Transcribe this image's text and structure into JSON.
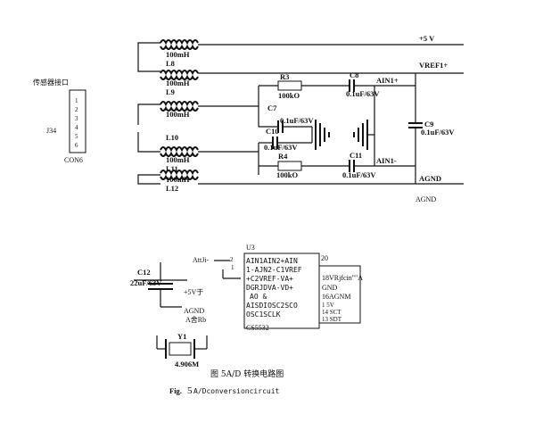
{
  "sensor_interface": {
    "title": "传感器接口",
    "ref": "J34",
    "connector": "CON6",
    "pins": [
      "1",
      "2",
      "3",
      "4",
      "5",
      "6"
    ]
  },
  "inductors": [
    {
      "value": "100mH",
      "ref": "L8"
    },
    {
      "value": "100mH",
      "ref": "L9"
    },
    {
      "value": "100mH",
      "ref": "L10"
    },
    {
      "value": "100mH",
      "ref": "L11"
    },
    {
      "value": "100mH",
      "ref": "L12"
    }
  ],
  "rails": {
    "vcc": "+5 V",
    "vref": "VREF1+",
    "agnd": "AGND"
  },
  "resistors": [
    {
      "ref": "R3",
      "value": "100kO"
    },
    {
      "ref": "R4",
      "value": "100kO"
    }
  ],
  "capacitors": {
    "c7": {
      "ref": "C7",
      "value": "0.1uF/63V"
    },
    "c8": {
      "ref": "C8",
      "value": "0.1uF/63V"
    },
    "c9": {
      "ref": "C9",
      "value": "0.1uF/63V"
    },
    "c10": {
      "ref": "C10",
      "value": "0.1uF/63V"
    },
    "c11": {
      "ref": "C11",
      "value": "0.1uF/63V"
    },
    "c12": {
      "ref": "C12",
      "value": "22uF/63V"
    }
  },
  "nets": {
    "ain1_pos": "AIN1+",
    "ain1_neg": "AIN1-"
  },
  "lower": {
    "attji": "AttJi-",
    "pin2": "2",
    "pin1": "1",
    "vcc": "+5V于",
    "agnd": "AGND",
    "a_rb": "A舍Rb",
    "crystal_ref": "Y1",
    "crystal_value": "4.906M",
    "u3": "U3",
    "chip_lines": [
      "AIN1AIN2+AIN",
      "1-AJN2-C1VREF",
      "+C2VREF-VA+",
      "DGRJDVA-VD+",
      "AO    &",
      "AISDIOSC2SCO",
      "OSC1SCLK"
    ],
    "chip_name": "CS5532",
    "right_pins": [
      "20",
      "18VRjfcin\"\"A",
      "GND",
      "16AGNM",
      "1     5V",
      "14   SCT",
      "13   SDT"
    ]
  },
  "caption": {
    "cn": "图 5A/D 转换电路图",
    "en_prefix": "Fig.",
    "en_num": "5",
    "en_rest": "A/Dconversioncircuit"
  }
}
